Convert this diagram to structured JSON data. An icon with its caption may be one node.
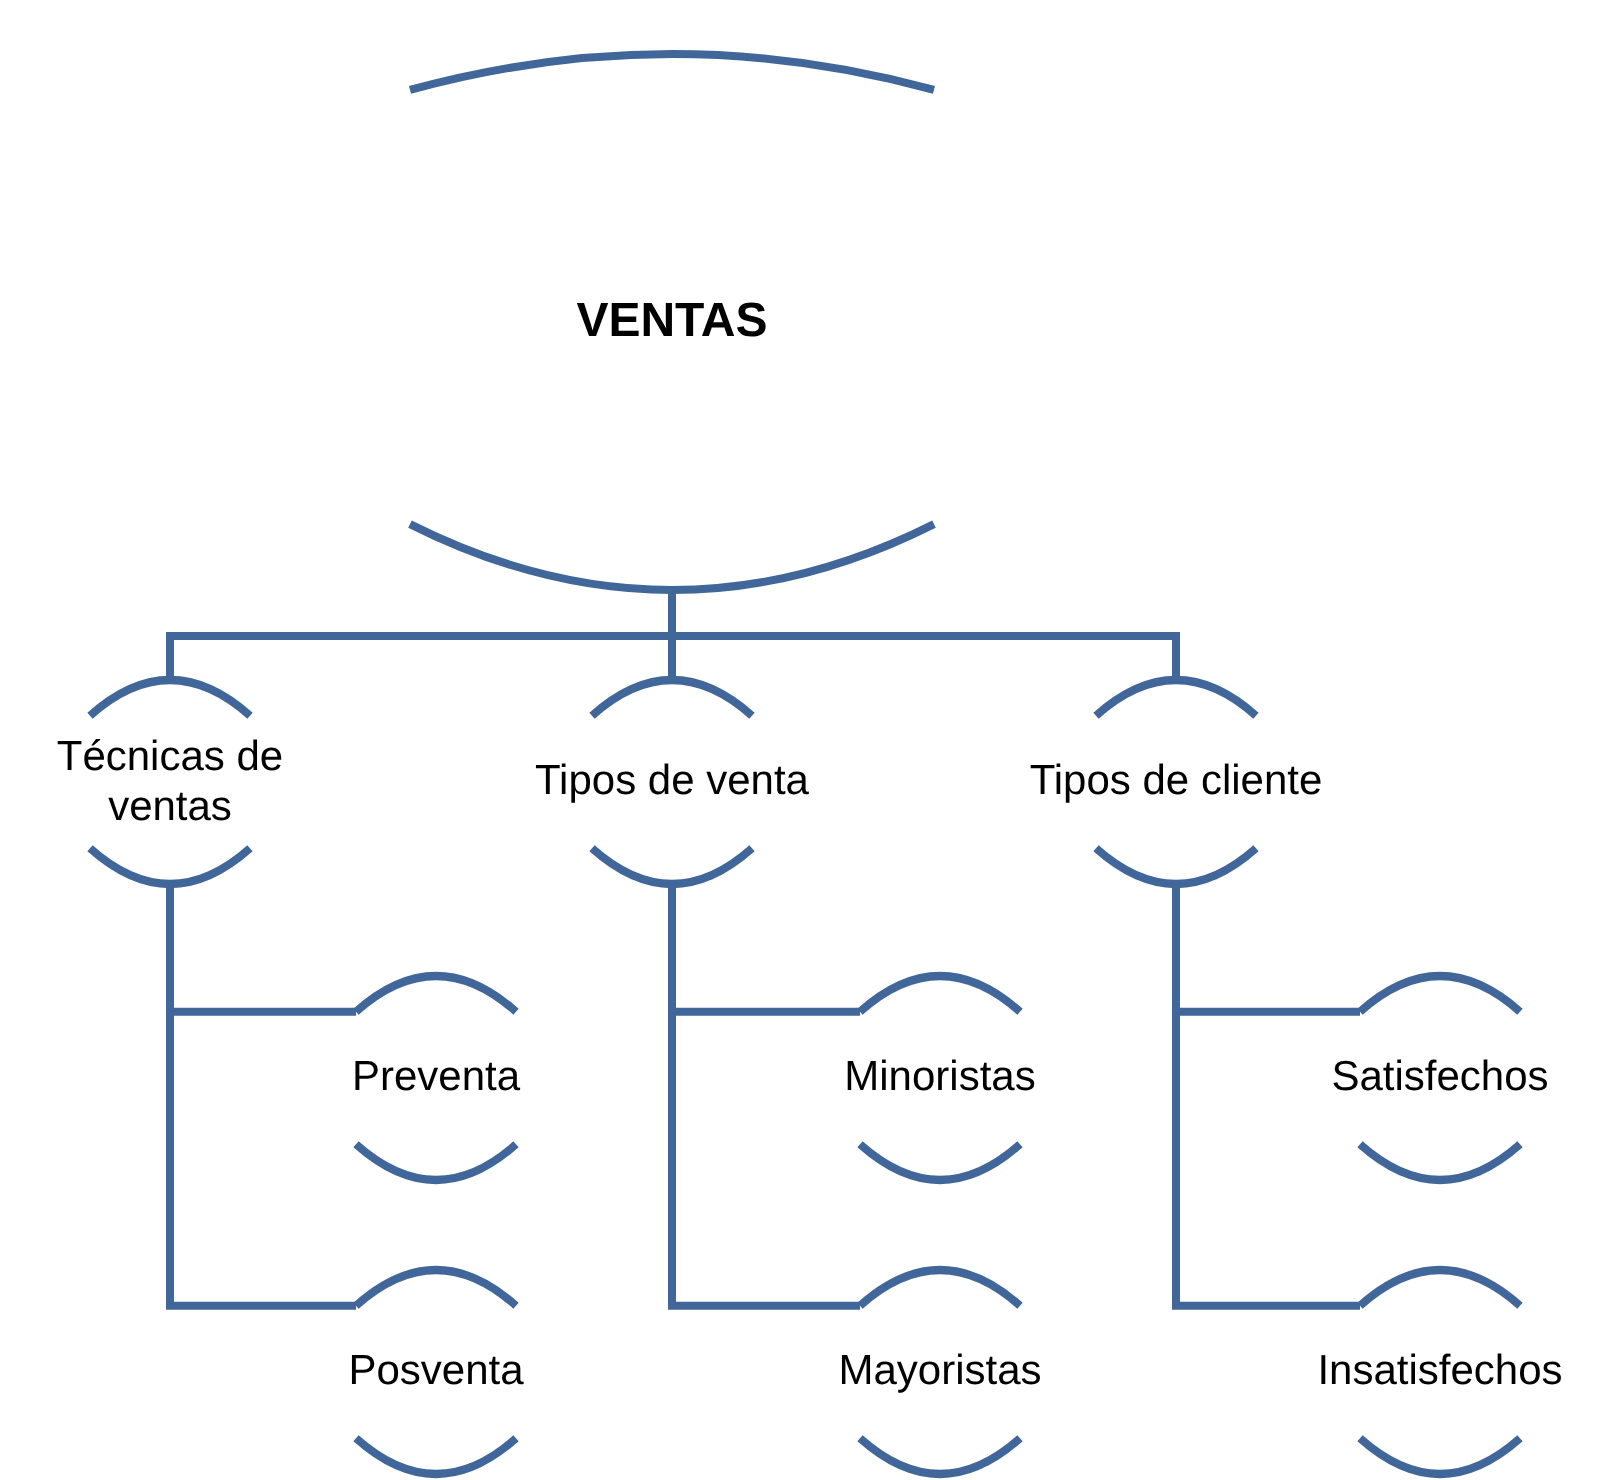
{
  "diagram": {
    "nodes": [
      {
        "text": [
          "VENTAS"
        ]
      },
      {
        "text": [
          "Técnicas de ventas"
        ]
      },
      {
        "text": [
          "Preventa"
        ]
      },
      {
        "text": [
          "Posventa"
        ]
      },
      {
        "text": [
          "Tipos de venta"
        ]
      },
      {
        "text": [
          "Minoristas"
        ]
      },
      {
        "text": [
          "Mayoristas"
        ]
      },
      {
        "text": [
          "Tipos de cliente"
        ]
      },
      {
        "text": [
          "Satisfechos"
        ]
      },
      {
        "text": [
          "Insatisfechos"
        ]
      }
    ],
    "edges": [
      {
        "from": 0,
        "to": 1,
        "arrow": "none"
      },
      {
        "from": 0,
        "to": 4,
        "arrow": "none"
      },
      {
        "from": 0,
        "to": 7,
        "arrow": "none"
      },
      {
        "from": 1,
        "to": 2,
        "arrow": "none"
      },
      {
        "from": 1,
        "to": 3,
        "arrow": "none"
      },
      {
        "from": 4,
        "to": 5,
        "arrow": "none"
      },
      {
        "from": 4,
        "to": 6,
        "arrow": "none"
      },
      {
        "from": 7,
        "to": 8,
        "arrow": "none"
      },
      {
        "from": 7,
        "to": 9,
        "arrow": "none"
      }
    ]
  }
}
